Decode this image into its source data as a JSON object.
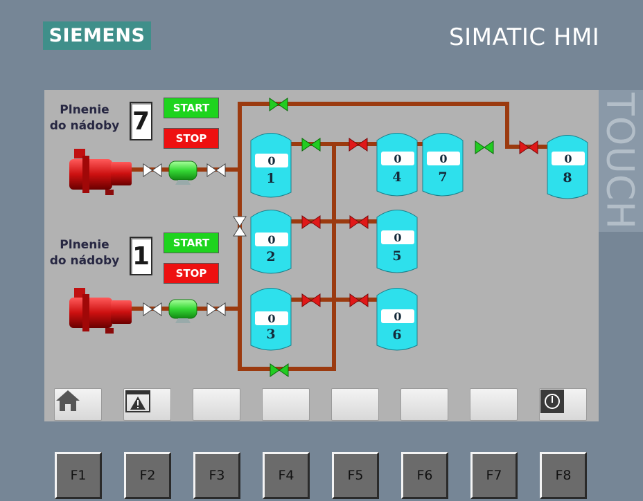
{
  "header": {
    "brand": "SIEMENS",
    "product": "SIMATIC HMI",
    "touch_label": "TOUCH"
  },
  "pumps": [
    {
      "label_line1": "Plnenie",
      "label_line2": "do nádoby",
      "count": "7",
      "start_label": "START",
      "stop_label": "STOP"
    },
    {
      "label_line1": "Plnenie",
      "label_line2": "do nádoby",
      "count": "1",
      "start_label": "START",
      "stop_label": "STOP"
    }
  ],
  "tanks": [
    {
      "number": "1",
      "value": "0"
    },
    {
      "number": "2",
      "value": "0"
    },
    {
      "number": "3",
      "value": "0"
    },
    {
      "number": "4",
      "value": "0"
    },
    {
      "number": "5",
      "value": "0"
    },
    {
      "number": "6",
      "value": "0"
    },
    {
      "number": "7",
      "value": "0"
    },
    {
      "number": "8",
      "value": "0"
    }
  ],
  "toolbar": {
    "buttons": [
      "home-icon",
      "alarm-icon",
      "",
      "",
      "",
      "",
      "",
      "power-icon"
    ]
  },
  "function_keys": [
    "F1",
    "F2",
    "F3",
    "F4",
    "F5",
    "F6",
    "F7",
    "F8"
  ],
  "colors": {
    "pipe": "#9b3a0f",
    "tank": "#2ee0ec",
    "valve_open": "#22cc22",
    "valve_closed": "#e01818",
    "start": "#1ed41e",
    "stop": "#ee1010"
  }
}
